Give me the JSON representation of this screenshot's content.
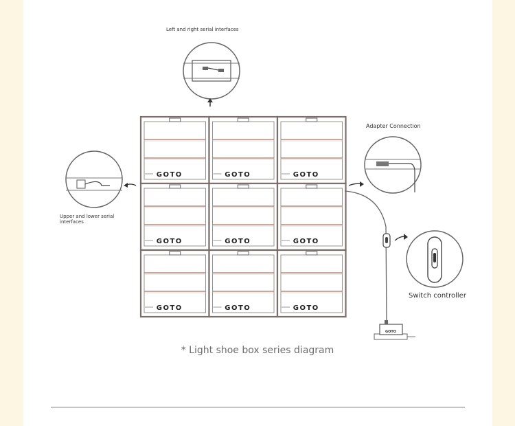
{
  "labels": {
    "left_right": "Left and right serial interfaces",
    "adapter": "Adapter Connection",
    "upper_lower_1": "Upper and lower serial",
    "upper_lower_2": "interfaces",
    "switch": "Switch controller"
  },
  "brand": "GOTO",
  "caption": "* Light shoe box series diagram",
  "colors": {
    "background": "#fdf6e3",
    "panel": "#ffffff",
    "box_frame": "#7a6f6a",
    "accent_stripe": "#b88a7a",
    "line": "#555555"
  }
}
